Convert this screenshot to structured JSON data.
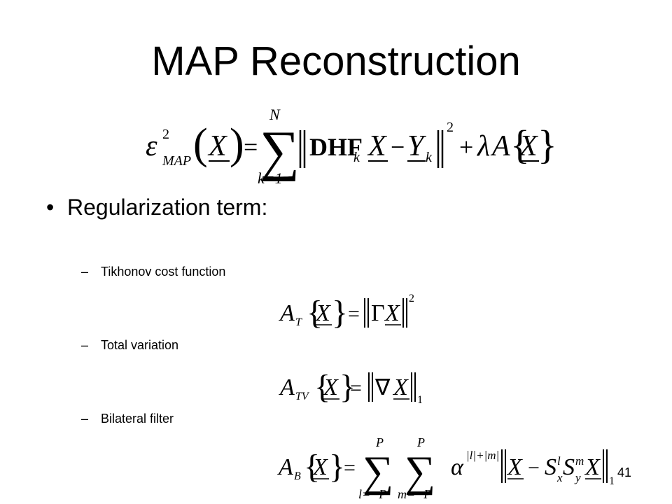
{
  "slide": {
    "title": "MAP Reconstruction",
    "bullet": "Regularization term:",
    "bullet_marker": "•",
    "dash_marker": "–",
    "items": [
      "Tikhonov cost function",
      "Total variation",
      "Bilateral filter"
    ],
    "page_number": "41"
  },
  "formulas": {
    "main": {
      "epsilon": "ε",
      "superscript": "2",
      "subscript": "MAP",
      "X": "X",
      "equals": "=",
      "sum_symbol": "∑",
      "sum_upper": "N",
      "sum_lower": "k=1",
      "operator": "DHF",
      "operator_sub": "k",
      "Y": "Y",
      "Y_sub": "k",
      "minus": "−",
      "norm_power": "2",
      "plus": "+",
      "lambda": "λ",
      "A": "A"
    },
    "tikhonov": {
      "A": "A",
      "sub": "T",
      "X": "X",
      "equals": "=",
      "gamma": "Γ",
      "X2": "X",
      "power": "2"
    },
    "total_variation": {
      "A": "A",
      "sub": "TV",
      "X": "X",
      "equals": "=",
      "nabla": "∇",
      "X2": "X",
      "norm_sub": "1"
    },
    "bilateral": {
      "A": "A",
      "sub": "B",
      "X": "X",
      "equals": "=",
      "sum_symbol": "∑",
      "sum1_upper": "P",
      "sum1_lower": "l=−P",
      "sum2_upper": "P",
      "sum2_lower": "m=−P",
      "alpha": "α",
      "alpha_exp": "|l|+|m|",
      "X2": "X",
      "minus": "−",
      "S": "S",
      "Sx_sup": "l",
      "Sx_sub": "x",
      "Sy_sup": "m",
      "Sy_sub": "y",
      "X3": "X",
      "norm_sub": "1"
    }
  }
}
